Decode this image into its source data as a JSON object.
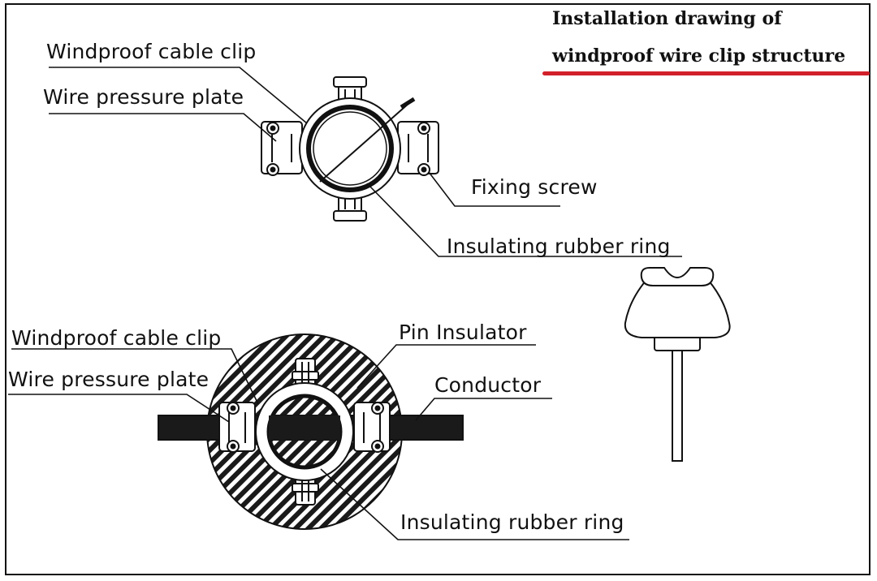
{
  "title": {
    "line1": "Installation drawing of",
    "line2": "windproof wire clip structure",
    "underline_color": "#d2202a"
  },
  "top_view": {
    "labels": {
      "windproof_cable_clip": "Windproof cable clip",
      "wire_pressure_plate": "Wire pressure plate",
      "fixing_screw": "Fixing screw",
      "insulating_rubber_ring": "Insulating rubber ring"
    }
  },
  "installed_view": {
    "labels": {
      "windproof_cable_clip": "Windproof cable clip",
      "wire_pressure_plate": "Wire pressure plate",
      "pin_insulator": "Pin Insulator",
      "conductor": "Conductor",
      "insulating_rubber_ring": "Insulating rubber ring"
    }
  },
  "colors": {
    "line": "#111111",
    "accent": "#d2202a"
  }
}
